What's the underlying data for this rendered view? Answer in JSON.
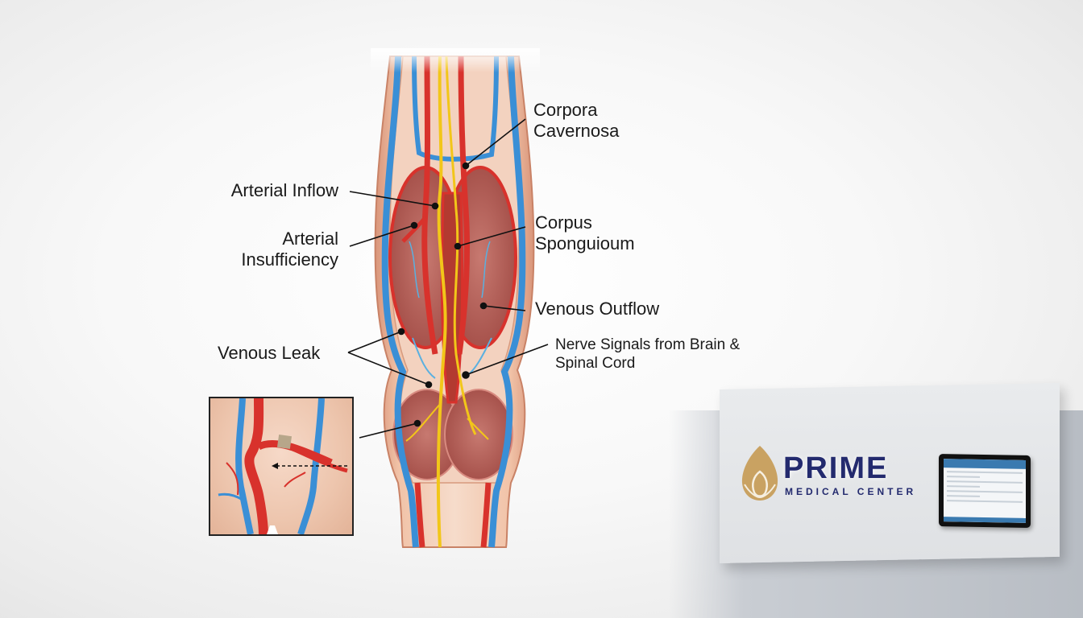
{
  "diagram": {
    "labels": {
      "corpora_cavernosa": [
        "Corpora",
        "Cavernosa"
      ],
      "arterial_inflow": "Arterial Inflow",
      "arterial_insufficiency": [
        "Arterial",
        "Insufficiency"
      ],
      "corpus_spongiosum": [
        "Corpus",
        "Sponguioum"
      ],
      "venous_outflow": "Venous Outflow",
      "venous_leak": "Venous Leak",
      "nerve_signals": [
        "Nerve Signals from Brain &",
        "Spinal Cord"
      ]
    },
    "colors": {
      "artery": "#d8322c",
      "vein": "#3a8fd6",
      "nerve": "#f2c619",
      "tissue": "#e8b596",
      "erectile_tissue": "#b9605a",
      "leader_line": "#111111"
    }
  },
  "branding": {
    "name": "PRIME",
    "subtitle": "MEDICAL CENTER",
    "brand_color": "#232a6e",
    "logo_color": "#c9a262"
  }
}
